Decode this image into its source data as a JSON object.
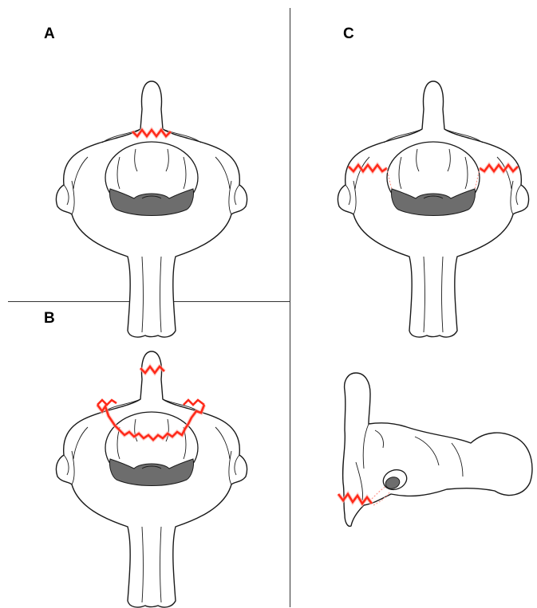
{
  "panels": {
    "a": {
      "label": "A"
    },
    "b": {
      "label": "B"
    },
    "c": {
      "label": "C"
    }
  },
  "colors": {
    "fracture": "#ff2a1a",
    "vertebral_body": "#6d6d6d",
    "outline": "#1a1a1a",
    "background": "#ffffff"
  }
}
